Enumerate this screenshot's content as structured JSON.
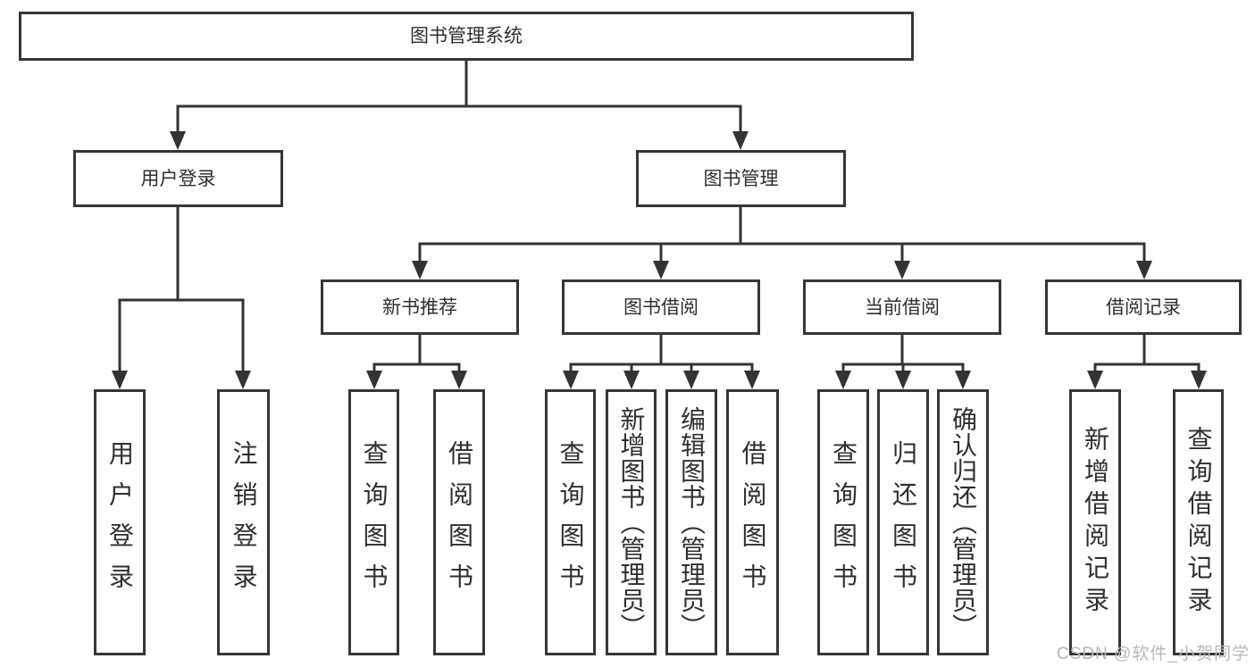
{
  "diagram": {
    "root": {
      "label": "图书管理系统"
    },
    "level2": [
      {
        "label": "用户登录"
      },
      {
        "label": "图书管理"
      }
    ],
    "level3": [
      {
        "label": "新书推荐"
      },
      {
        "label": "图书借阅"
      },
      {
        "label": "当前借阅"
      },
      {
        "label": "借阅记录"
      }
    ],
    "leaves": {
      "user_login": [
        {
          "label": "用户登录"
        },
        {
          "label": "注销登录"
        }
      ],
      "new_book": [
        {
          "label": "查询图书"
        },
        {
          "label": "借阅图书"
        }
      ],
      "book_borrow": [
        {
          "label": "查询图书"
        },
        {
          "label": "新增图书（管理员）"
        },
        {
          "label": "编辑图书（管理员）"
        },
        {
          "label": "借阅图书"
        }
      ],
      "current_borrow": [
        {
          "label": "查询图书"
        },
        {
          "label": "归还图书"
        },
        {
          "label": "确认归还（管理员）"
        }
      ],
      "borrow_record": [
        {
          "label": "新增借阅记录"
        },
        {
          "label": "查询借阅记录"
        }
      ]
    },
    "watermark": "CSDN @软件_小贺同学",
    "colors": {
      "line": "#333333",
      "background": "#ffffff",
      "text": "#2f2f2f",
      "watermark": "#b8b8b8"
    }
  }
}
